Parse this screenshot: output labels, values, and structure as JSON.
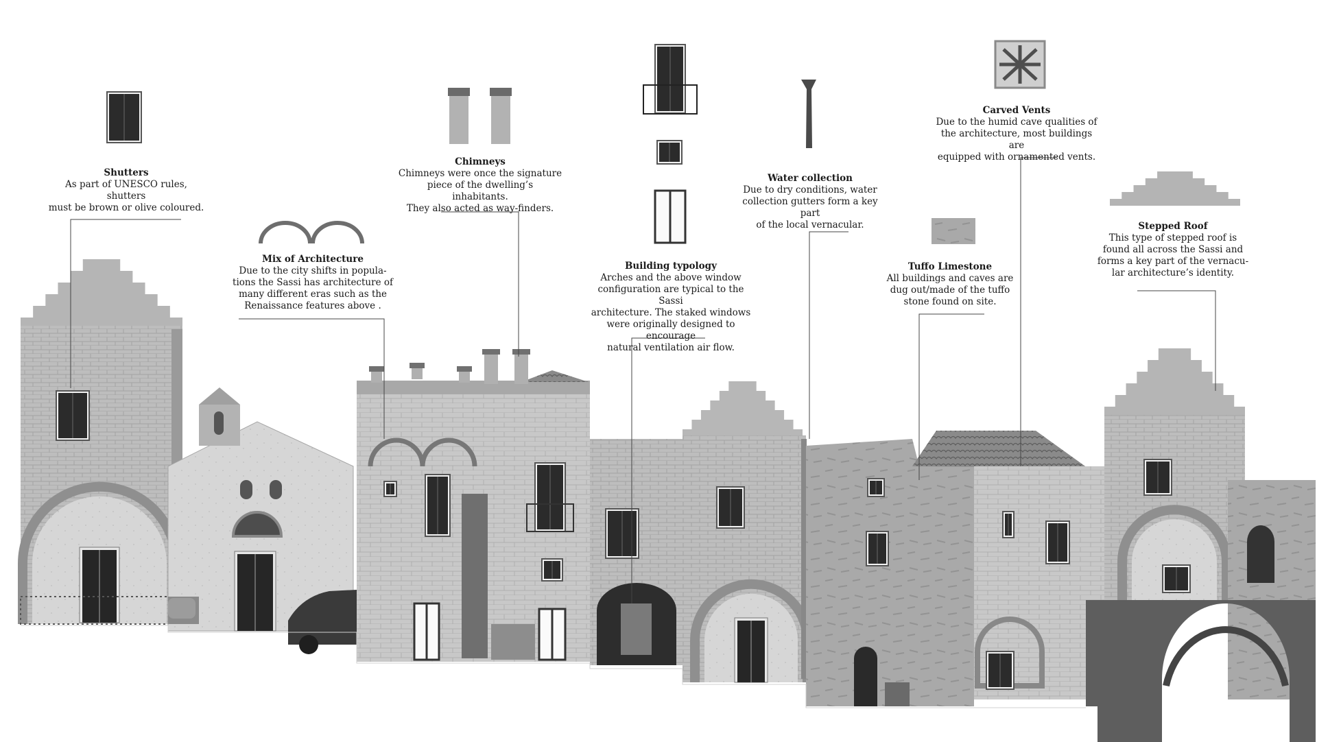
{
  "annotations": [
    {
      "id": "shutters",
      "title": "Shutters",
      "lines": [
        "As part of UNESCO rules, shutters",
        "must be brown or olive coloured."
      ]
    },
    {
      "id": "mix",
      "title": "Mix of Architecture",
      "lines": [
        "Due to the city shifts in popula-",
        "tions the Sassi has architecture of",
        "many different eras such as the",
        "Renaissance features above ."
      ]
    },
    {
      "id": "chimneys",
      "title": "Chimneys",
      "lines": [
        "Chimneys were once the signature",
        "piece of the dwelling’s inhabitants.",
        "They also acted as way-finders."
      ]
    },
    {
      "id": "typology",
      "title": "Building typology",
      "lines": [
        "Arches and the above window",
        "configuration are typical to the Sassi",
        "architecture. The staked windows",
        "were originally designed to encourage",
        "natural ventilation  air flow."
      ]
    },
    {
      "id": "water",
      "title": "Water collection",
      "lines": [
        "Due to dry conditions, water",
        "collection gutters form a key part",
        "of the local vernacular."
      ]
    },
    {
      "id": "vents",
      "title": "Carved Vents",
      "lines": [
        "Due to the humid cave qualities of",
        "the architecture, most buildings are",
        "equipped with ornamented vents."
      ]
    },
    {
      "id": "tuffo",
      "title": "Tuffo Limestone",
      "lines": [
        "All buildings and caves are",
        "dug out/made of the tuffo",
        "stone found on site."
      ]
    },
    {
      "id": "roof",
      "title": "Stepped Roof",
      "lines": [
        "This type of stepped roof is",
        "found all across the Sassi and",
        "forms a key part of the vernacu-",
        "lar architecture’s identity."
      ]
    }
  ],
  "colors": {
    "stone": "#b8b8b8",
    "stone_dark": "#8c8c8c",
    "shutter": "#2b2b2b",
    "roof": "#7a7a7a",
    "line": "#444444"
  }
}
